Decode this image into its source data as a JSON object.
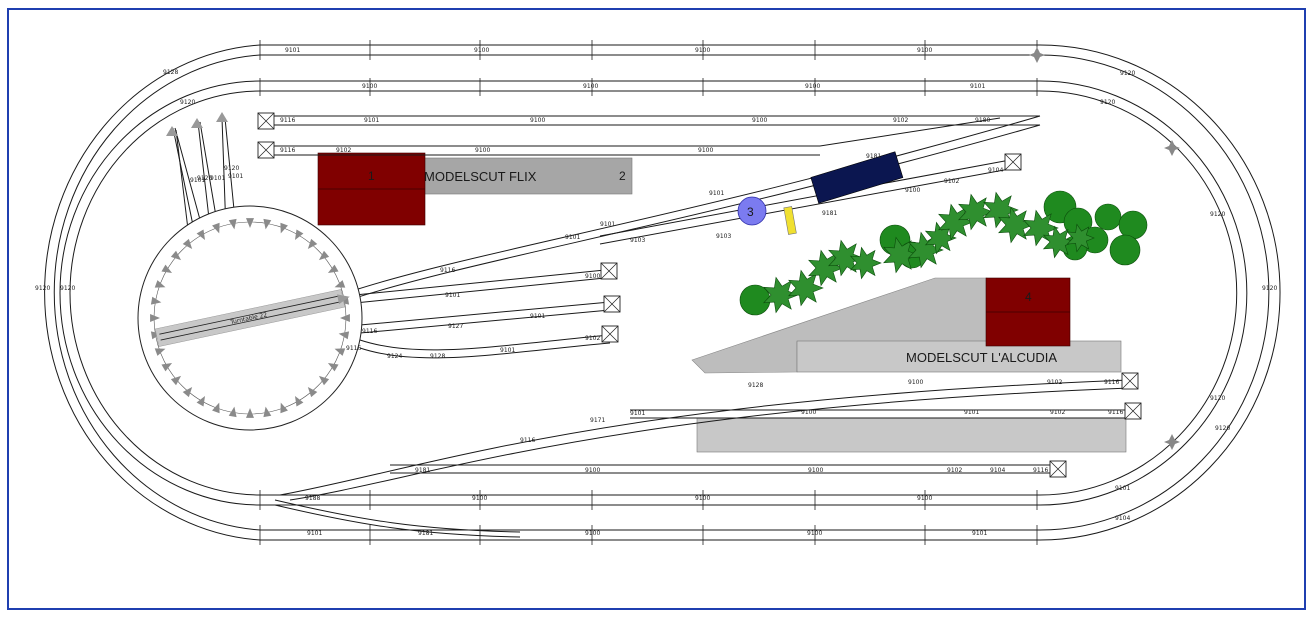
{
  "colors": {
    "frame": "#1f3fb0",
    "building": "#800000",
    "platform": "#a6a6a6",
    "platform_light": "#c8c8c8",
    "loco": "#0b1650",
    "tree": "#2e8b2e",
    "marker": "#7b7bf0",
    "signal": "#f0e030"
  },
  "stations": {
    "flix": {
      "label": "MODELSCUT FLIX",
      "building_no": "1",
      "platform_no": "2"
    },
    "alcudia": {
      "label": "MODELSCUT L'ALCUDIA",
      "building_no": "4"
    }
  },
  "marker": {
    "label": "3"
  },
  "turntable": {
    "label": "Turntable 22"
  },
  "part_labels": [
    "9101",
    "9100",
    "9100",
    "9100",
    "9100",
    "9100",
    "9100",
    "9101",
    "9116",
    "9101",
    "9100",
    "9100",
    "9102",
    "9180",
    "9116",
    "9102",
    "9100",
    "9100",
    "9101",
    "9100",
    "9102",
    "9116",
    "9100",
    "9101",
    "9102",
    "9116",
    "9181",
    "9100",
    "9100",
    "9102",
    "9104",
    "9116",
    "9188",
    "9100",
    "9100",
    "9100",
    "9101",
    "9181",
    "9100",
    "9100",
    "9101",
    "9103",
    "9101",
    "9101",
    "9181",
    "9103",
    "9128",
    "9181",
    "9100",
    "9102",
    "9104",
    "9116",
    "9101",
    "9100",
    "9116",
    "9127",
    "9101",
    "9102",
    "9116",
    "9124",
    "9128",
    "9101",
    "9116",
    "9101",
    "9171",
    "9128",
    "9120",
    "9120",
    "9120",
    "9120",
    "9120",
    "9120",
    "9120",
    "9120",
    "9120",
    "9120",
    "9101",
    "9101",
    "9120",
    "9101",
    "9101",
    "9104",
    "9120"
  ]
}
